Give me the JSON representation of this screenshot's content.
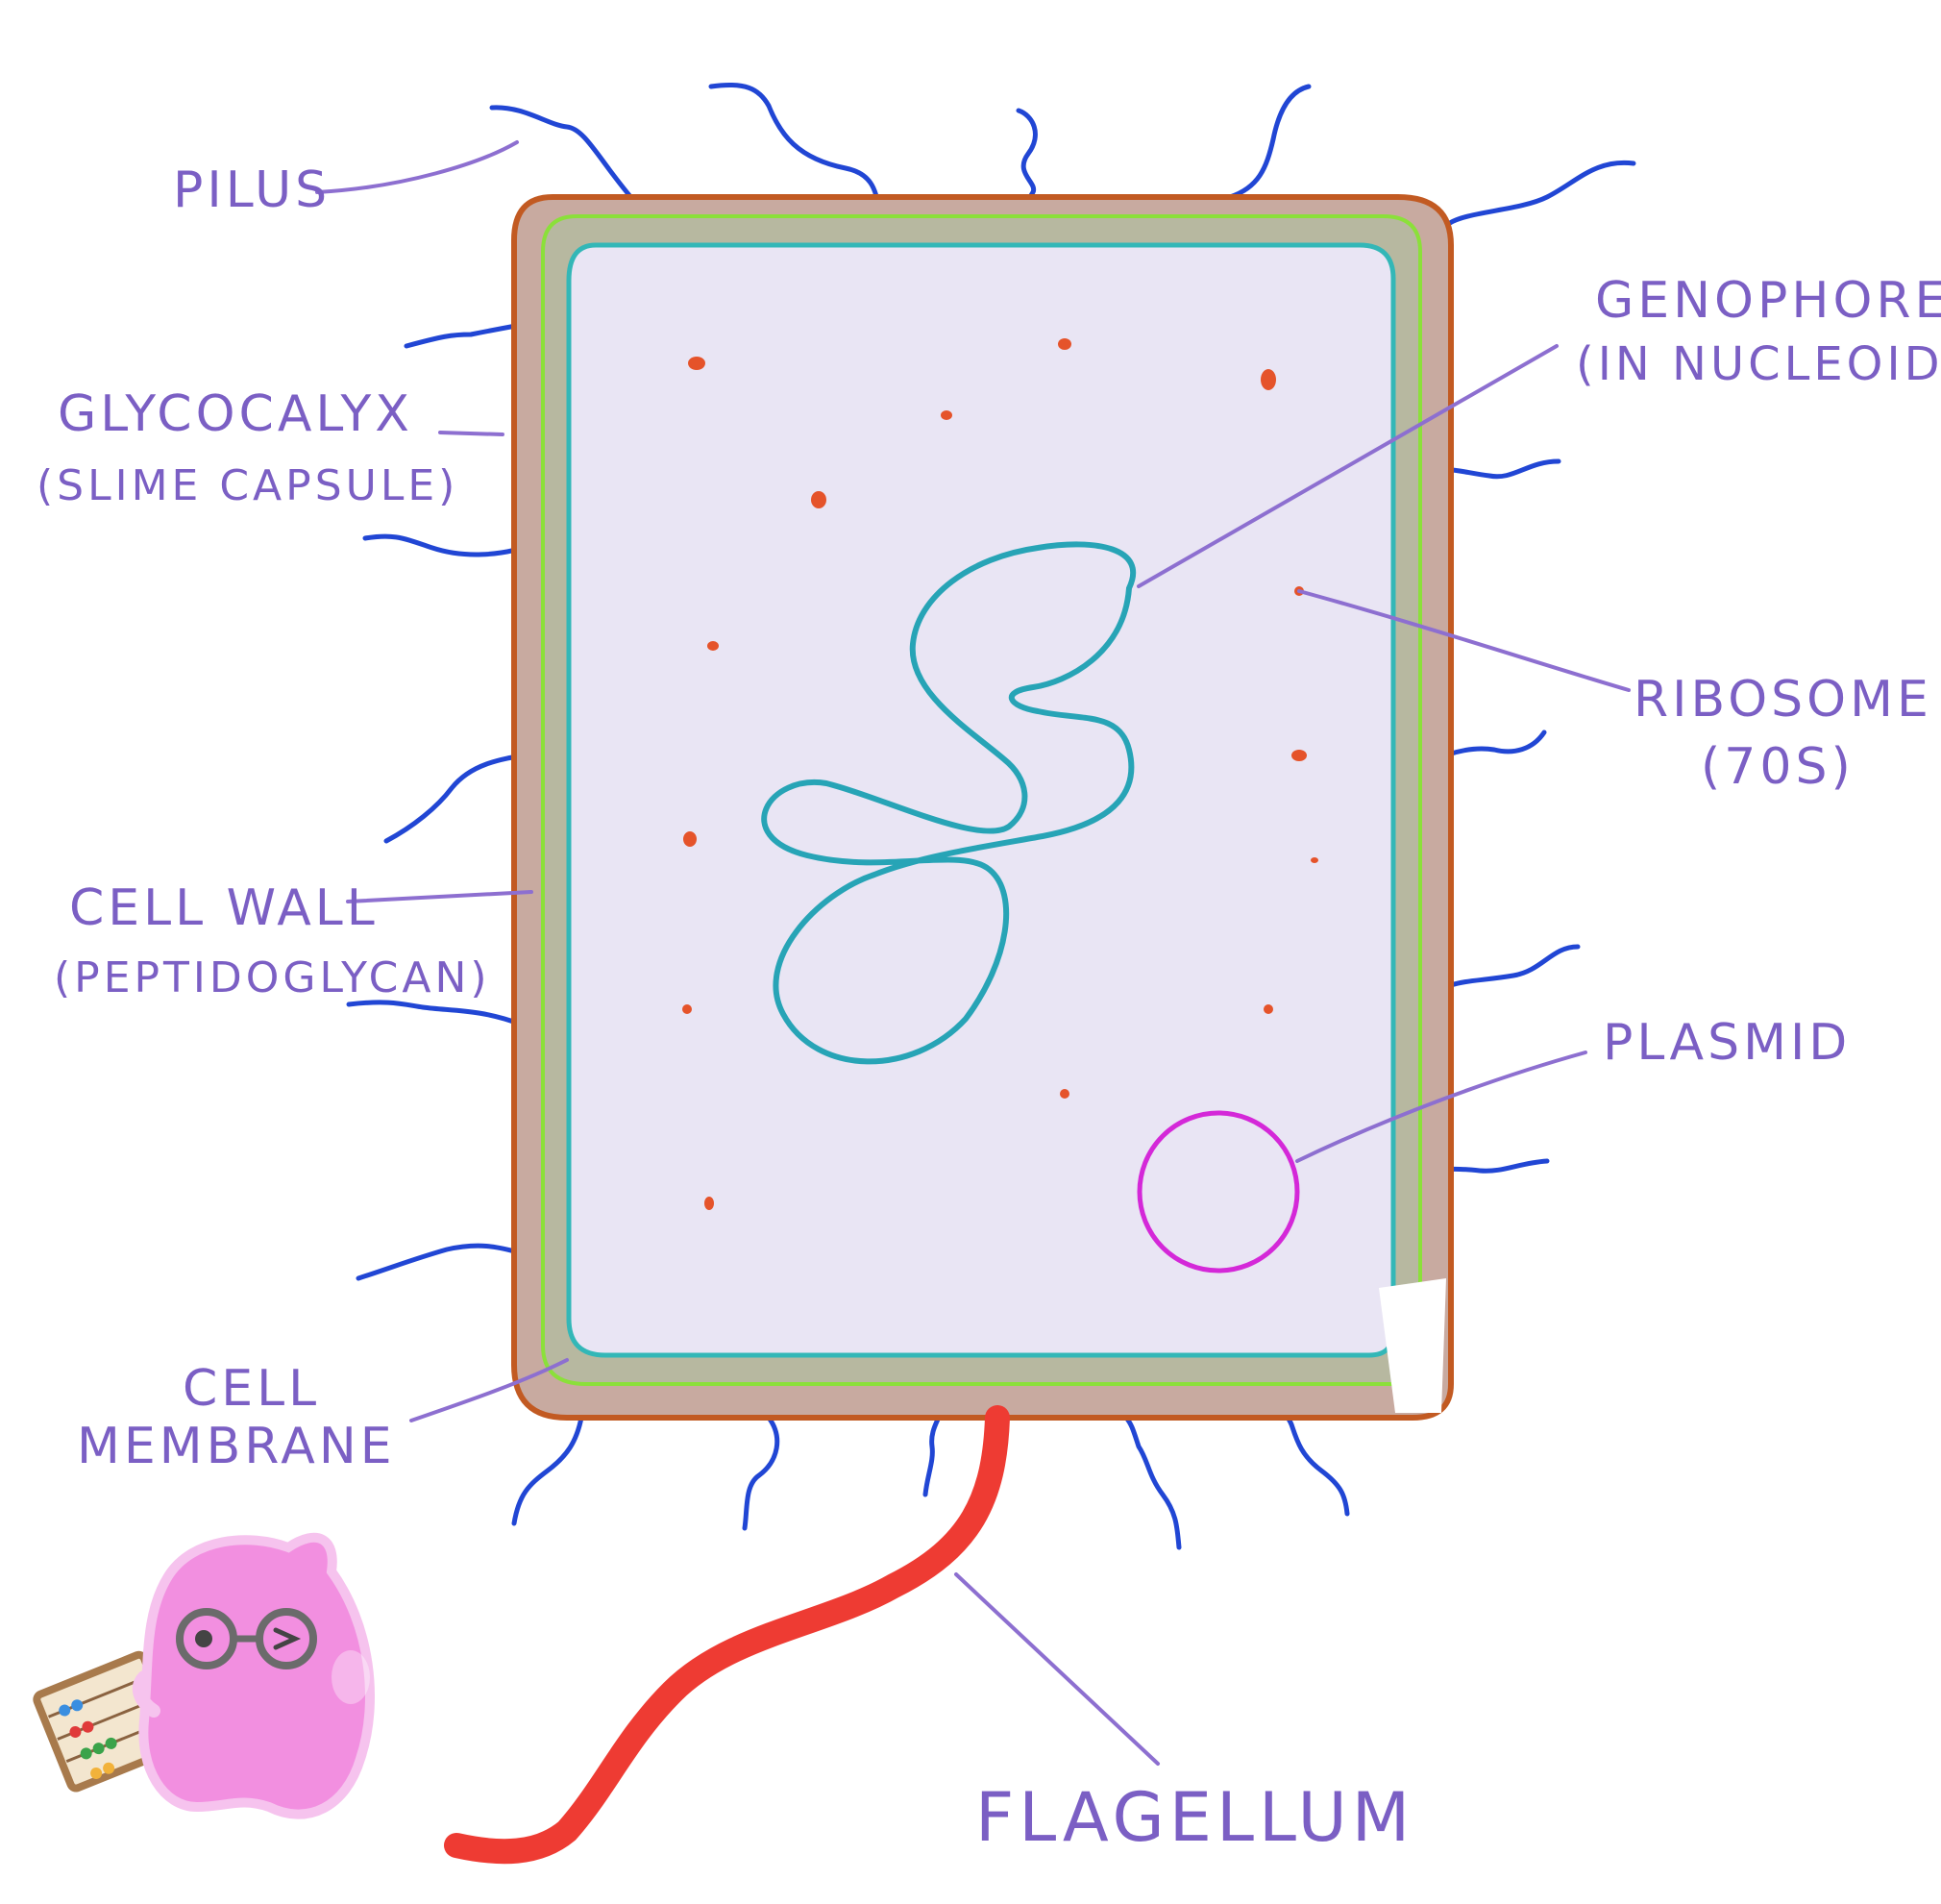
{
  "colors": {
    "label": "#7b5fc4",
    "leader": "#8d6fd0",
    "capsule": "#c25a22",
    "capsule_fill": "#c8aaa0",
    "wall_fill": "#b7b8a0",
    "wall_line": "#8be03a",
    "membrane": "#33b7b7",
    "cytoplasm": "#e9e5f4",
    "pilus": "#2146d4",
    "ribosome": "#e5532a",
    "genophore": "#27a4b6",
    "plasmid": "#d428d8",
    "flagellum": "#ee3b33",
    "mascot": "#f28fe0"
  },
  "labels": {
    "pilus": "PILUS",
    "glycocalyx_1": "GLYCOCALYX",
    "glycocalyx_2": "(SLIME CAPSULE)",
    "cell_wall_1": "CELL WALL",
    "cell_wall_2": "(PEPTIDOGLYCAN)",
    "cell_membrane_1": "CELL",
    "cell_membrane_2": "MEMBRANE",
    "genophore_1": "GENOPHORE",
    "genophore_2": "(IN NUCLEOID)",
    "ribosome_1": "RIBOSOME",
    "ribosome_2": "(70S)",
    "plasmid": "PLASMID",
    "flagellum": "FLAGELLUM"
  },
  "icons": {
    "mascot": "cell-mascot-with-glasses-and-abacus-icon"
  }
}
